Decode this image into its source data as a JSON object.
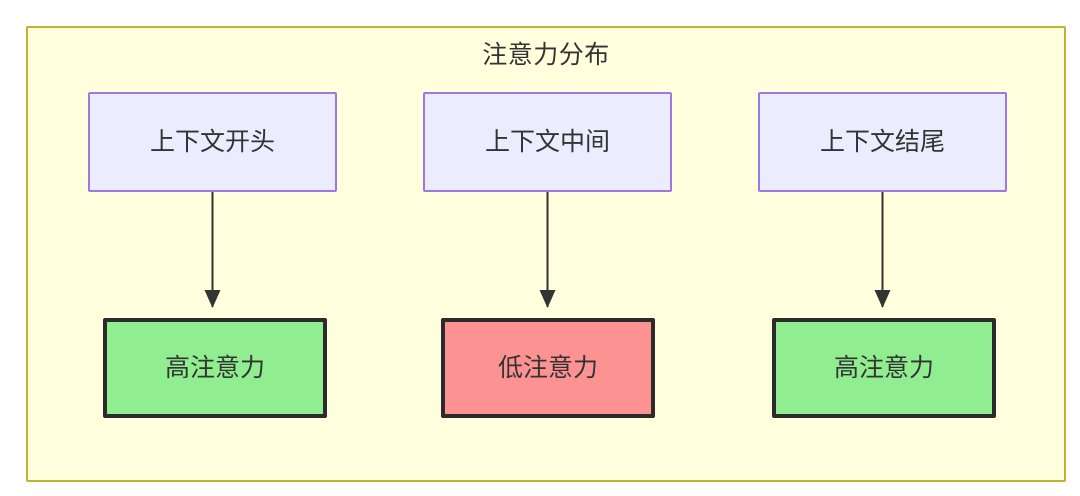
{
  "diagram": {
    "title": "注意力分布",
    "background_color": "#ffffdd",
    "border_color": "#bfb431",
    "context_node_fill": "#ececff",
    "context_node_border": "#9d78e4",
    "high_attention_fill": "#90ee90",
    "low_attention_fill": "#fd9292",
    "attention_node_border": "#2b2b2b",
    "edge_color": "#333333",
    "text_color": "#333333",
    "nodes": {
      "context": [
        {
          "id": "ctx-start",
          "label": "上下文开头"
        },
        {
          "id": "ctx-middle",
          "label": "上下文中间"
        },
        {
          "id": "ctx-end",
          "label": "上下文结尾"
        }
      ],
      "attention": [
        {
          "id": "attn-start",
          "label": "高注意力",
          "level": "high"
        },
        {
          "id": "attn-middle",
          "label": "低注意力",
          "level": "low"
        },
        {
          "id": "attn-end",
          "label": "高注意力",
          "level": "high"
        }
      ]
    },
    "edges": [
      {
        "from": "上下文开头",
        "to": "高注意力",
        "label": ""
      },
      {
        "from": "上下文中间",
        "to": "低注意力",
        "label": ""
      },
      {
        "from": "上下文结尾",
        "to": "高注意力",
        "label": ""
      }
    ]
  }
}
